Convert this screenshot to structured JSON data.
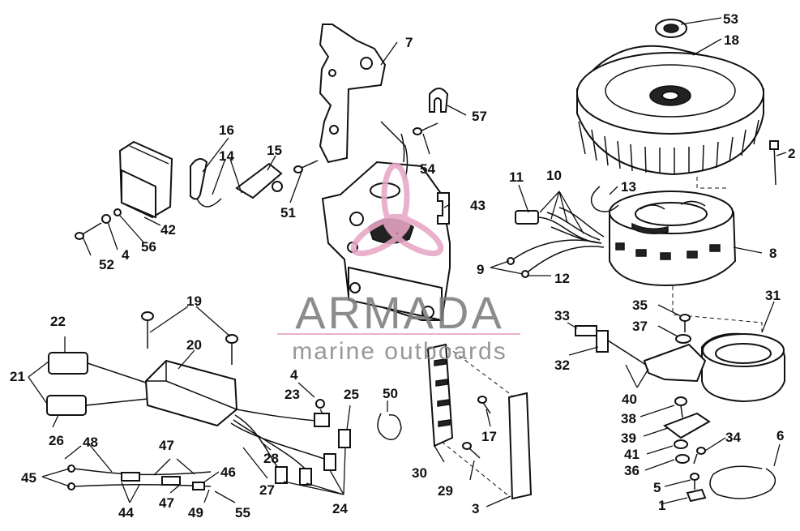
{
  "watermark": {
    "brand": "ARMADA",
    "tagline": "marine outboards",
    "accent_color": "#e8a7c6"
  },
  "callouts": [
    "1",
    "2",
    "3",
    "4",
    "4",
    "5",
    "6",
    "7",
    "8",
    "9",
    "10",
    "11",
    "12",
    "13",
    "14",
    "15",
    "16",
    "17",
    "18",
    "19",
    "20",
    "21",
    "22",
    "23",
    "24",
    "25",
    "26",
    "27",
    "28",
    "29",
    "30",
    "31",
    "32",
    "33",
    "34",
    "35",
    "36",
    "37",
    "38",
    "39",
    "40",
    "41",
    "42",
    "43",
    "44",
    "45",
    "46",
    "47",
    "47",
    "48",
    "49",
    "50",
    "51",
    "52",
    "53",
    "54",
    "55",
    "56",
    "57"
  ]
}
